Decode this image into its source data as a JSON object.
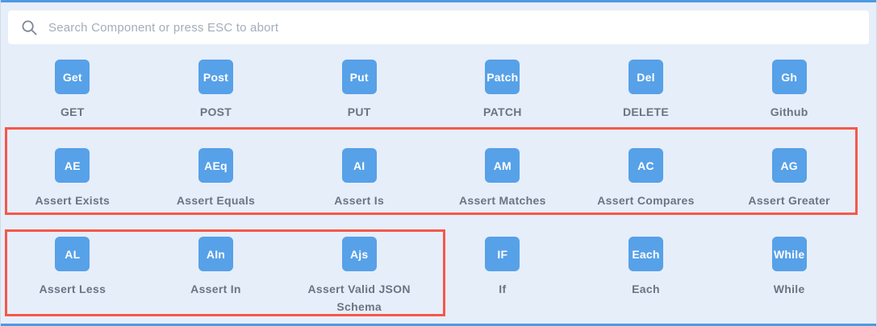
{
  "colors": {
    "background": "#e6eefa",
    "tile_blue": "#57a1e8",
    "edge_blue": "#4d9ae4",
    "highlight_red": "#f65749",
    "label_gray": "#6b7482"
  },
  "search": {
    "placeholder": "Search Component or press ESC to abort",
    "value": "",
    "icon": "search-icon"
  },
  "components": [
    {
      "abbr": "Get",
      "label": "GET"
    },
    {
      "abbr": "Post",
      "label": "POST"
    },
    {
      "abbr": "Put",
      "label": "PUT"
    },
    {
      "abbr": "Patch",
      "label": "PATCH"
    },
    {
      "abbr": "Del",
      "label": "DELETE"
    },
    {
      "abbr": "Gh",
      "label": "Github"
    },
    {
      "abbr": "AE",
      "label": "Assert Exists"
    },
    {
      "abbr": "AEq",
      "label": "Assert Equals"
    },
    {
      "abbr": "AI",
      "label": "Assert Is"
    },
    {
      "abbr": "AM",
      "label": "Assert Matches"
    },
    {
      "abbr": "AC",
      "label": "Assert Compares"
    },
    {
      "abbr": "AG",
      "label": "Assert Greater"
    },
    {
      "abbr": "AL",
      "label": "Assert Less"
    },
    {
      "abbr": "AIn",
      "label": "Assert In"
    },
    {
      "abbr": "Ajs",
      "label": "Assert Valid JSON Schema"
    },
    {
      "abbr": "IF",
      "label": "If"
    },
    {
      "abbr": "Each",
      "label": "Each"
    },
    {
      "abbr": "While",
      "label": "While"
    }
  ],
  "highlights": [
    {
      "name": "assert-row-highlight",
      "color": "#f65749"
    },
    {
      "name": "assert-group-highlight",
      "color": "#f65749"
    }
  ]
}
